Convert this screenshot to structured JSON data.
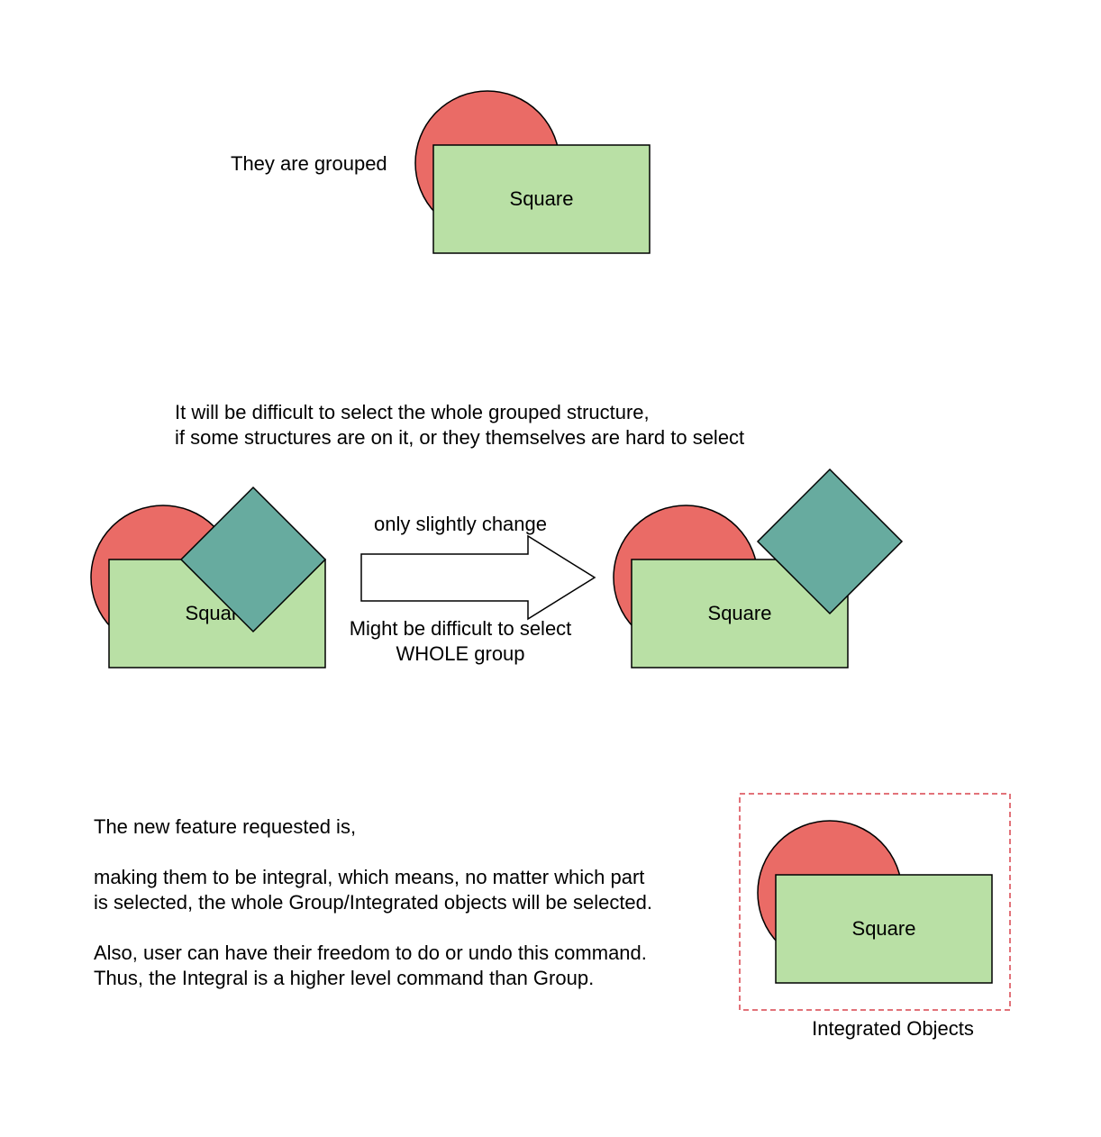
{
  "colors": {
    "circle_fill": "#ea6b66",
    "square_fill": "#b9e0a5",
    "diamond_fill": "#67ab9f",
    "stroke": "#000000",
    "dashed_border": "#d9434d",
    "arrow_fill": "#ffffff"
  },
  "section1": {
    "caption": "They are grouped",
    "square_label": "Square"
  },
  "section2": {
    "heading_line1": "It will be difficult to select the whole grouped structure,",
    "heading_line2": "if some structures are on it, or they themselves are hard to select",
    "left_square_label": "Square",
    "arrow_top_label": "only slightly change",
    "arrow_bottom_line1": "Might be difficult to select",
    "arrow_bottom_line2": "WHOLE group",
    "right_square_label": "Square"
  },
  "section3": {
    "para1": "The new feature requested is,",
    "para2_line1": "making them to be integral, which means, no matter which part",
    "para2_line2": "is selected, the whole Group/Integrated objects will be selected.",
    "para3_line1": "Also, user can have their freedom to do or undo this command.",
    "para3_line2": "Thus, the Integral is a higher level command than Group.",
    "square_label": "Square",
    "integrated_caption": "Integrated Objects"
  }
}
